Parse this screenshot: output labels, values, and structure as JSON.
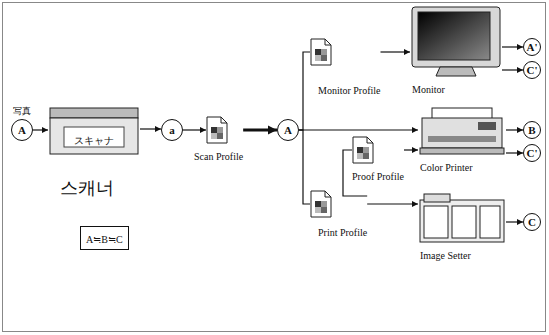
{
  "diagram": {
    "nodes": [
      {
        "text": [
          "写真",
          "A"
        ]
      },
      {
        "text": [
          "スキャナ"
        ]
      },
      {
        "text": [
          "a"
        ]
      },
      {
        "text": [
          "Scan Profile"
        ]
      },
      {
        "text": [
          "A"
        ]
      },
      {
        "text": [
          "Monitor Profile"
        ]
      },
      {
        "text": [
          "Monitor"
        ]
      },
      {
        "text": [
          "A'"
        ]
      },
      {
        "text": [
          "C'"
        ]
      },
      {
        "text": [
          "Proof Profile"
        ]
      },
      {
        "text": [
          "Color Printer"
        ]
      },
      {
        "text": [
          "B"
        ]
      },
      {
        "text": [
          "C'"
        ]
      },
      {
        "text": [
          "Print Profile"
        ]
      },
      {
        "text": [
          "Image Setter"
        ]
      },
      {
        "text": [
          "C"
        ]
      },
      {
        "text": [
          "A≒B≒C"
        ]
      }
    ],
    "edges": [
      {
        "from": 0,
        "to": 1,
        "arrow": "to"
      },
      {
        "from": 1,
        "to": 2,
        "arrow": "to"
      },
      {
        "from": 2,
        "to": 3,
        "arrow": "to"
      },
      {
        "from": 3,
        "to": 4,
        "arrow": "to"
      },
      {
        "from": 4,
        "to": 5,
        "arrow": "none"
      },
      {
        "from": 5,
        "to": 6,
        "arrow": "to"
      },
      {
        "from": 4,
        "to": 10,
        "arrow": "to"
      },
      {
        "from": 4,
        "to": 13,
        "arrow": "none"
      },
      {
        "from": 13,
        "to": 14,
        "arrow": "to"
      },
      {
        "from": 13,
        "to": 9,
        "arrow": "none"
      },
      {
        "from": 9,
        "to": 10,
        "arrow": "to"
      },
      {
        "from": 6,
        "to": 7,
        "arrow": "to"
      },
      {
        "from": 6,
        "to": 8,
        "arrow": "to"
      },
      {
        "from": 10,
        "to": 11,
        "arrow": "to"
      },
      {
        "from": 10,
        "to": 12,
        "arrow": "to"
      },
      {
        "from": 14,
        "to": 15,
        "arrow": "to"
      }
    ],
    "labels": [
      "스캐너"
    ]
  }
}
